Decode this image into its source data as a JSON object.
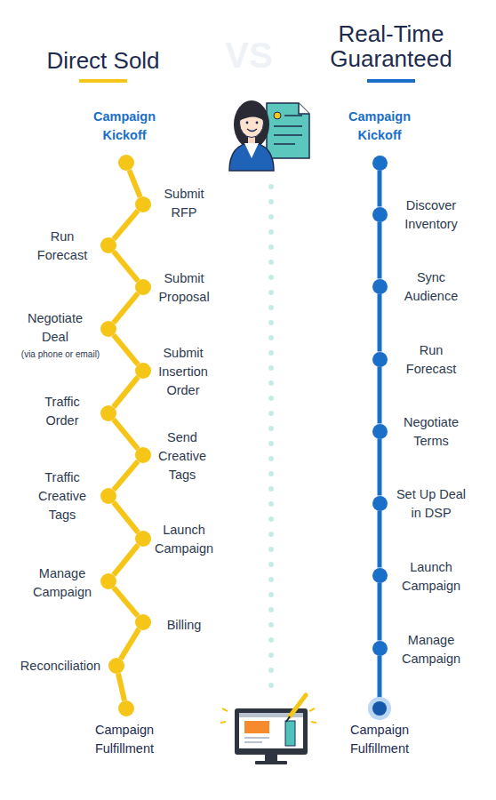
{
  "diagram": {
    "nodes": [
      {
        "text": [
          "Campaign Kickoff"
        ]
      },
      {
        "text": [
          "Submit RFP"
        ]
      },
      {
        "text": [
          "Run Forecast"
        ]
      },
      {
        "text": [
          "Submit Proposal"
        ]
      },
      {
        "text": [
          "Negotiate Deal",
          "(via phone or email)"
        ]
      },
      {
        "text": [
          "Submit Insertion Order"
        ]
      },
      {
        "text": [
          "Traffic Order"
        ]
      },
      {
        "text": [
          "Send Creative Tags"
        ]
      },
      {
        "text": [
          "Traffic Creative Tags"
        ]
      },
      {
        "text": [
          "Launch Campaign"
        ]
      },
      {
        "text": [
          "Manage Campaign"
        ]
      },
      {
        "text": [
          "Billing"
        ]
      },
      {
        "text": [
          "Reconciliation"
        ]
      },
      {
        "text": [
          "Campaign Fulfillment"
        ]
      },
      {
        "text": [
          "Campaign Kickoff"
        ]
      },
      {
        "text": [
          "Discover Inventory"
        ]
      },
      {
        "text": [
          "Sync Audience"
        ]
      },
      {
        "text": [
          "Run Forecast"
        ]
      },
      {
        "text": [
          "Negotiate Terms"
        ]
      },
      {
        "text": [
          "Set Up Deal in DSP"
        ]
      },
      {
        "text": [
          "Launch Campaign"
        ]
      },
      {
        "text": [
          "Manage Campaign"
        ]
      },
      {
        "text": [
          "Campaign Fulfillment"
        ]
      }
    ],
    "edges": [
      {
        "from": 0,
        "to": 1,
        "arrow": "none"
      },
      {
        "from": 1,
        "to": 2,
        "arrow": "none"
      },
      {
        "from": 2,
        "to": 3,
        "arrow": "none"
      },
      {
        "from": 3,
        "to": 4,
        "arrow": "none"
      },
      {
        "from": 4,
        "to": 5,
        "arrow": "none"
      },
      {
        "from": 5,
        "to": 6,
        "arrow": "none"
      },
      {
        "from": 6,
        "to": 7,
        "arrow": "none"
      },
      {
        "from": 7,
        "to": 8,
        "arrow": "none"
      },
      {
        "from": 8,
        "to": 9,
        "arrow": "none"
      },
      {
        "from": 9,
        "to": 10,
        "arrow": "none"
      },
      {
        "from": 10,
        "to": 11,
        "arrow": "none"
      },
      {
        "from": 11,
        "to": 12,
        "arrow": "none"
      },
      {
        "from": 12,
        "to": 13,
        "arrow": "none"
      },
      {
        "from": 14,
        "to": 15,
        "arrow": "none"
      },
      {
        "from": 15,
        "to": 16,
        "arrow": "none"
      },
      {
        "from": 16,
        "to": 17,
        "arrow": "none"
      },
      {
        "from": 17,
        "to": 18,
        "arrow": "none"
      },
      {
        "from": 18,
        "to": 19,
        "arrow": "none"
      },
      {
        "from": 19,
        "to": 20,
        "arrow": "none"
      },
      {
        "from": 20,
        "to": 21,
        "arrow": "none"
      },
      {
        "from": 21,
        "to": 22,
        "arrow": "none"
      }
    ],
    "labels": [
      "Direct Sold",
      "VS",
      "Real-Time Guaranteed"
    ]
  }
}
